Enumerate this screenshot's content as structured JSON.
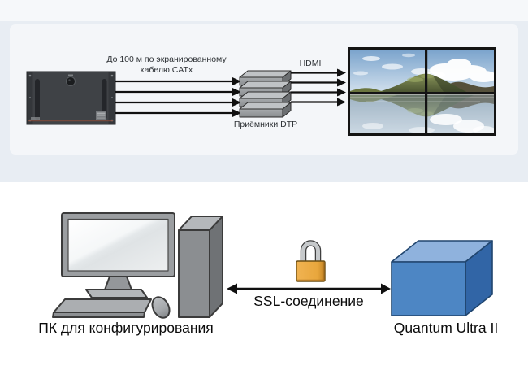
{
  "top_diagram": {
    "panel_bg": "#e8edf3",
    "card_bg": "#f4f6f9",
    "cable_label": {
      "line1": "До 100 м по экранированному",
      "line2": "кабелю CATx"
    },
    "hdmi_label": "HDMI",
    "receivers_label": "Приёмники DTP",
    "catx_links": 4,
    "hdmi_links": 4,
    "display_grid": "2x2"
  },
  "bottom_diagram": {
    "pc_label": "ПК для конфигурирования",
    "connection_label": "SSL-соединение",
    "processor_label": "Quantum Ultra II",
    "colors": {
      "cube_front": "#4d86c4",
      "cube_top": "#8fb2dd",
      "cube_side": "#3165a6",
      "lock_body": "#e8a63c",
      "lock_shackle": "#c6c9cb",
      "arrow": "#101010"
    }
  }
}
